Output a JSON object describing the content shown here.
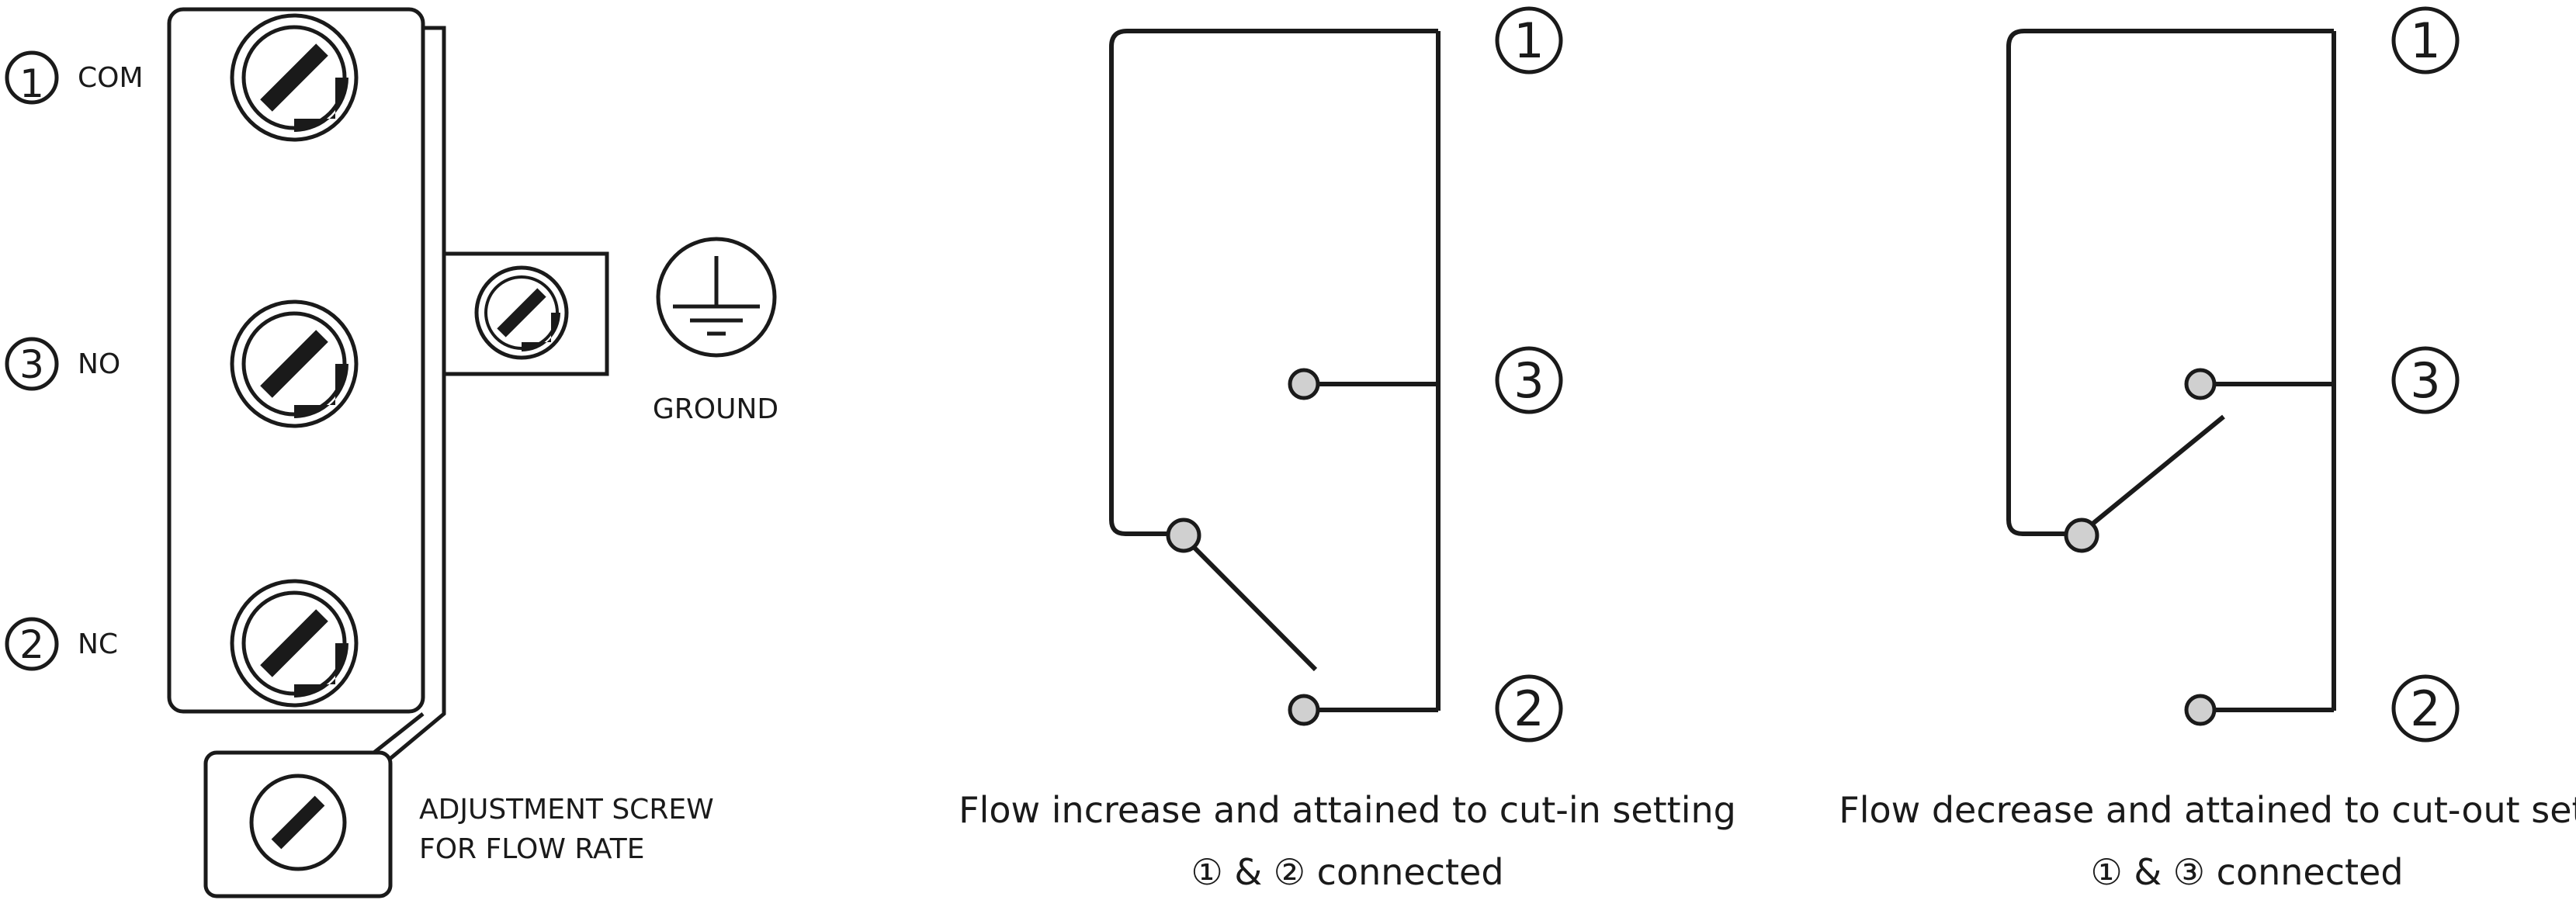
{
  "terminals": [
    {
      "number": "1",
      "label": "COM"
    },
    {
      "number": "3",
      "label": "NO"
    },
    {
      "number": "2",
      "label": "NC"
    }
  ],
  "ground_label": "GROUND",
  "adjustment_label_line1": "ADJUSTMENT SCREW",
  "adjustment_label_line2": "FOR FLOW RATE",
  "diagram1": {
    "terminals": [
      "1",
      "3",
      "2"
    ],
    "caption": "Flow increase and attained to cut-in setting",
    "connection": "① & ② connected"
  },
  "diagram2": {
    "terminals": [
      "1",
      "3",
      "2"
    ],
    "caption": "Flow decrease and attained to cut-out setting",
    "connection": "① & ③ connected"
  },
  "colors": {
    "ink": "#1a1a1a",
    "contact_fill": "#d0d0d0"
  },
  "icons": [
    "screw-icon",
    "ground-icon"
  ]
}
